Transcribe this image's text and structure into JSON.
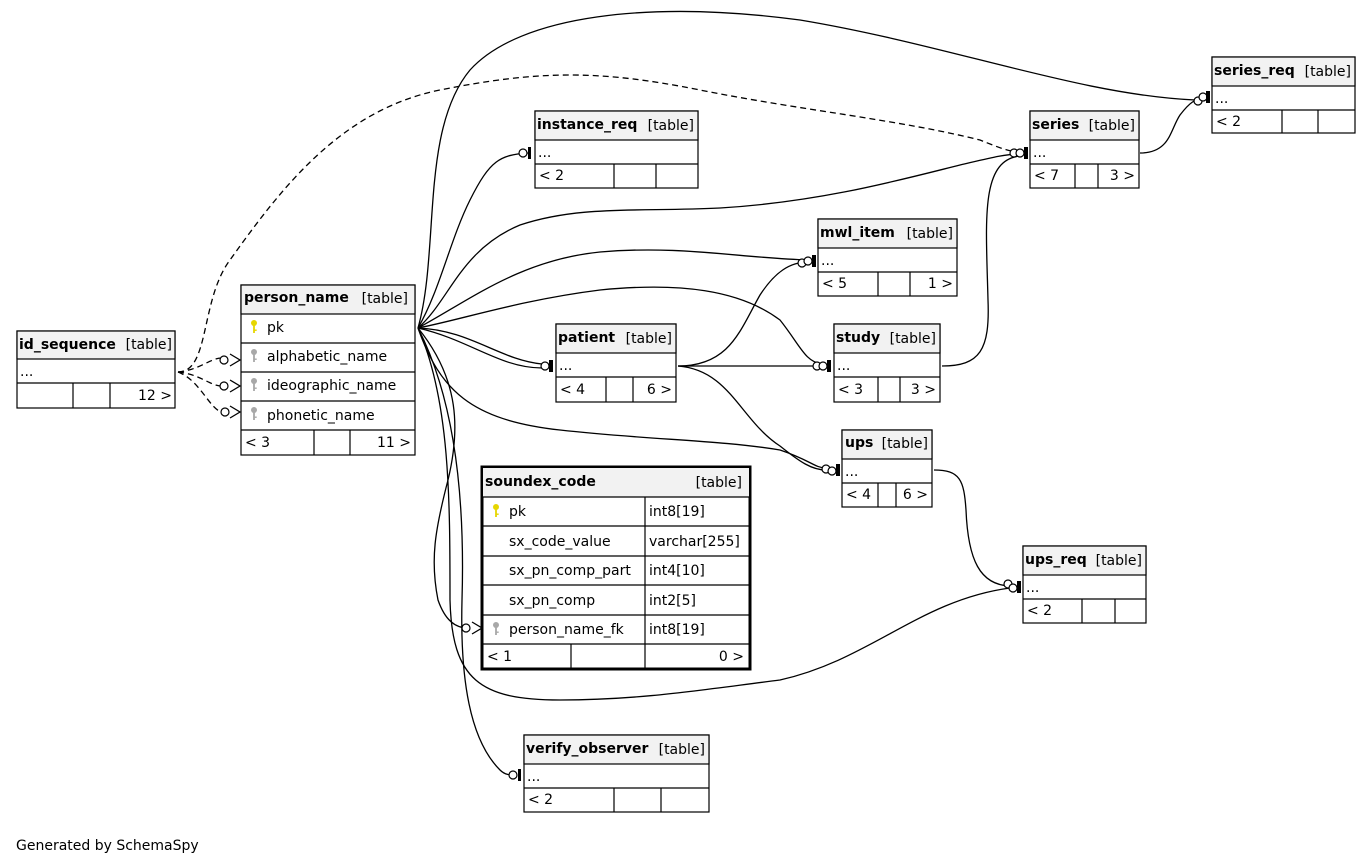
{
  "tables": {
    "id_sequence": {
      "name": "id_sequence",
      "type": "[table]",
      "row": "...",
      "counts": [
        "",
        "",
        "12 >"
      ]
    },
    "person_name": {
      "name": "person_name",
      "type": "[table]",
      "columns": [
        "pk",
        "alphabetic_name",
        "ideographic_name",
        "phonetic_name"
      ],
      "counts": [
        "< 3",
        "",
        "11 >"
      ]
    },
    "instance_req": {
      "name": "instance_req",
      "type": "[table]",
      "row": "...",
      "counts": [
        "< 2",
        "",
        ""
      ]
    },
    "series": {
      "name": "series",
      "type": "[table]",
      "row": "...",
      "counts": [
        "< 7",
        "",
        "3 >"
      ]
    },
    "series_req": {
      "name": "series_req",
      "type": "[table]",
      "row": "...",
      "counts": [
        "< 2",
        "",
        ""
      ]
    },
    "mwl_item": {
      "name": "mwl_item",
      "type": "[table]",
      "row": "...",
      "counts": [
        "< 5",
        "",
        "1 >"
      ]
    },
    "patient": {
      "name": "patient",
      "type": "[table]",
      "row": "...",
      "counts": [
        "< 4",
        "",
        "6 >"
      ]
    },
    "study": {
      "name": "study",
      "type": "[table]",
      "row": "...",
      "counts": [
        "< 3",
        "",
        "3 >"
      ]
    },
    "ups": {
      "name": "ups",
      "type": "[table]",
      "row": "...",
      "counts": [
        "< 4",
        "",
        "6 >"
      ]
    },
    "ups_req": {
      "name": "ups_req",
      "type": "[table]",
      "row": "...",
      "counts": [
        "< 2",
        "",
        ""
      ]
    },
    "soundex_code": {
      "name": "soundex_code",
      "type": "[table]",
      "columns": [
        {
          "name": "pk",
          "type": "int8[19]",
          "key": "primary"
        },
        {
          "name": "sx_code_value",
          "type": "varchar[255]",
          "key": "none"
        },
        {
          "name": "sx_pn_comp_part",
          "type": "int4[10]",
          "key": "none"
        },
        {
          "name": "sx_pn_comp",
          "type": "int2[5]",
          "key": "none"
        },
        {
          "name": "person_name_fk",
          "type": "int8[19]",
          "key": "foreign"
        }
      ],
      "counts": [
        "< 1",
        "",
        "0 >"
      ]
    },
    "verify_observer": {
      "name": "verify_observer",
      "type": "[table]",
      "row": "...",
      "counts": [
        "< 2",
        "",
        ""
      ]
    }
  },
  "footer": "Generated by SchemaSpy",
  "colors": {
    "primary_key": "#e6d600",
    "foreign_key": "#a8a8a8",
    "header_bg": "#f2f2f2"
  }
}
